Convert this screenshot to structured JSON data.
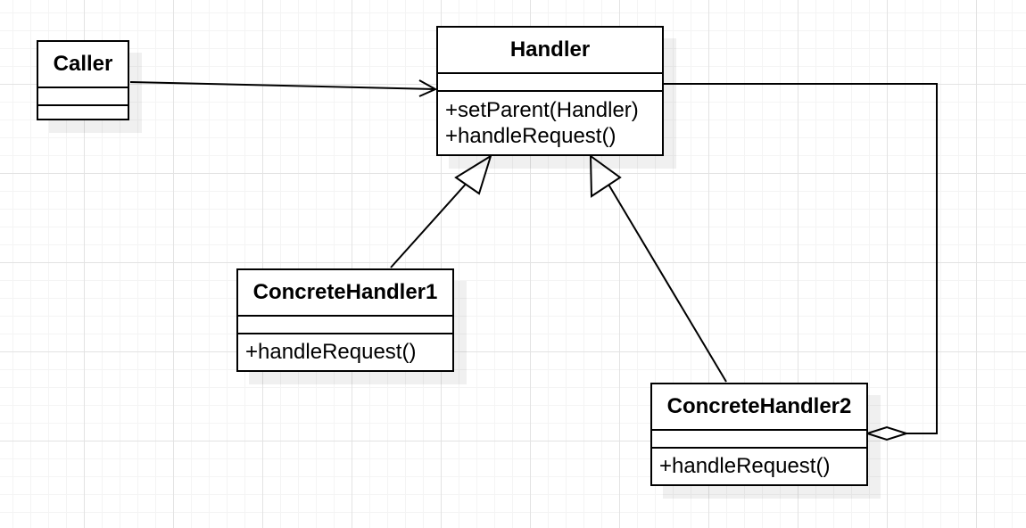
{
  "diagram": {
    "classes": {
      "caller": {
        "name": "Caller",
        "operations": []
      },
      "handler": {
        "name": "Handler",
        "operations": [
          "+setParent(Handler)",
          "+handleRequest()"
        ]
      },
      "concrete_handler_1": {
        "name": "ConcreteHandler1",
        "operations": [
          "+handleRequest()"
        ]
      },
      "concrete_handler_2": {
        "name": "ConcreteHandler2",
        "operations": [
          "+handleRequest()"
        ]
      }
    },
    "relations": [
      {
        "type": "association",
        "from": "Caller",
        "to": "Handler",
        "arrowhead": "open-arrow"
      },
      {
        "type": "generalization",
        "from": "ConcreteHandler1",
        "to": "Handler",
        "arrowhead": "hollow-triangle"
      },
      {
        "type": "generalization",
        "from": "ConcreteHandler2",
        "to": "Handler",
        "arrowhead": "hollow-triangle"
      },
      {
        "type": "aggregation",
        "from": "ConcreteHandler2",
        "to": "Handler",
        "arrowhead": "hollow-diamond"
      }
    ],
    "colors": {
      "line": "#000000",
      "box_fill": "#ffffff",
      "grid": "#e3e3e3"
    }
  }
}
